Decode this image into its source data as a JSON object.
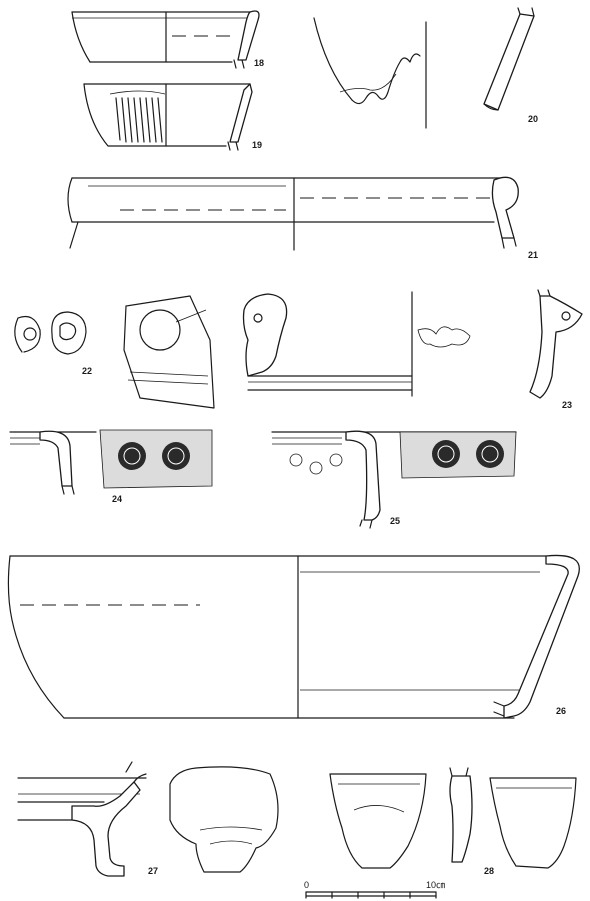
{
  "figure": {
    "numbers": {
      "n18": "18",
      "n19": "19",
      "n20": "20",
      "n21": "21",
      "n22": "22",
      "n23": "23",
      "n24": "24",
      "n25": "25",
      "n26": "26",
      "n27": "27",
      "n28": "28"
    },
    "scale": {
      "start": "0",
      "end": "10㎝"
    }
  },
  "colors": {
    "ink": "#1a1a1a",
    "paper": "#ffffff"
  }
}
